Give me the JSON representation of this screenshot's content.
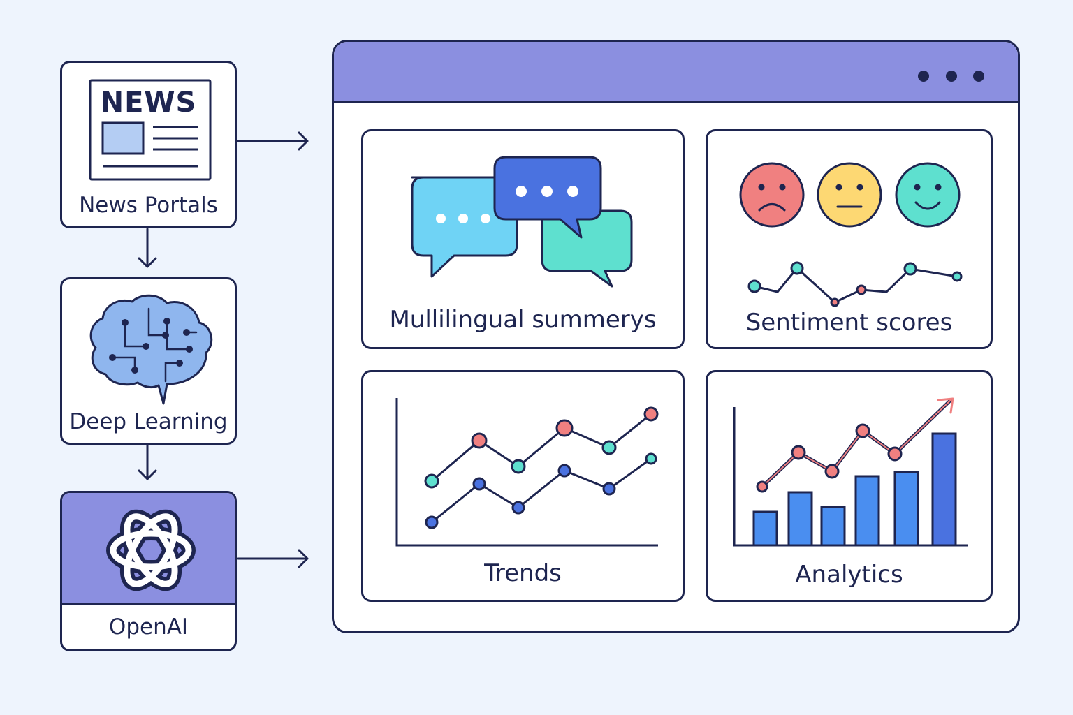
{
  "pipeline": {
    "news": {
      "icon_text": "NEWS",
      "label": "News Portals"
    },
    "deep_learning": {
      "label": "Deep Learning"
    },
    "openai": {
      "label": "OpenAI"
    }
  },
  "dashboard": {
    "summaries": {
      "label": "Mullilingual summerys"
    },
    "sentiment": {
      "label": "Sentiment scores"
    },
    "trends": {
      "label": "Trends"
    },
    "analytics": {
      "label": "Analytics"
    }
  },
  "icons": {
    "news": "newspaper-icon",
    "brain": "brain-circuit-icon",
    "openai": "openai-logo-icon",
    "chat": "chat-bubbles-icon",
    "sad": "sad-face-icon",
    "neutral": "neutral-face-icon",
    "happy": "happy-face-icon"
  },
  "colors": {
    "outline": "#1e2550",
    "window_bar": "#8b8fe0",
    "background": "#eef4fd",
    "coral": "#f08080",
    "teal": "#5ee0cf",
    "blue": "#4a72e0",
    "yellow": "#fdd873",
    "light_blue": "#6fd3f5"
  }
}
